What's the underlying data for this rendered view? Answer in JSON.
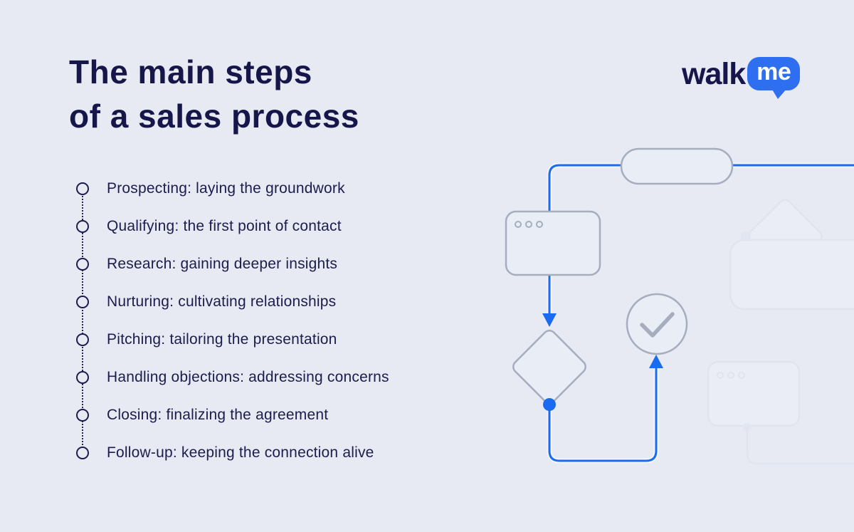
{
  "title": {
    "line1": "The main steps",
    "line2": "of a sales process"
  },
  "logo": {
    "walk": "walk",
    "me": "me"
  },
  "steps": [
    "Prospecting: laying the groundwork",
    "Qualifying: the first point of contact",
    "Research: gaining deeper insights",
    "Nurturing: cultivating relationships",
    "Pitching: tailoring the presentation",
    "Handling objections: addressing concerns",
    "Closing: finalizing the agreement",
    "Follow-up: keeping the connection alive"
  ],
  "colors": {
    "background": "#e7eaf3",
    "navy_text": "#1c1c4e",
    "flow_blue": "#1b6bf2",
    "logo_blue": "#2e6ff2",
    "shape_stroke": "#a6adbd",
    "shape_fill": "#e9edf6",
    "faded_stroke": "#dbe0ec"
  }
}
